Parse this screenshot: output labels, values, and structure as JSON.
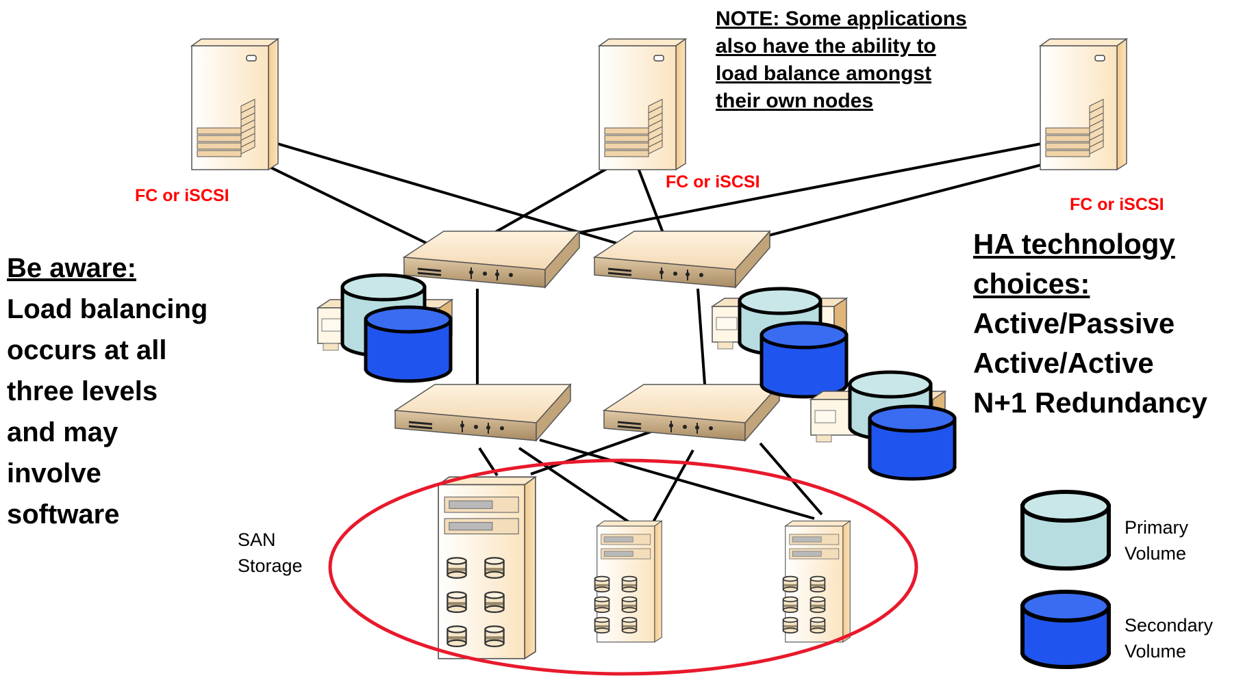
{
  "note": {
    "lines": [
      "NOTE: Some applications",
      "also have the ability to",
      "load balance amongst",
      "their own nodes"
    ]
  },
  "connection_labels": [
    "FC or iSCSI",
    "FC or iSCSI",
    "FC or iSCSI"
  ],
  "be_aware": {
    "heading": "Be aware:",
    "lines": [
      "Load balancing",
      "occurs at all",
      "three levels",
      "and may",
      "involve",
      "software"
    ]
  },
  "ha": {
    "heading_lines": [
      "HA technology",
      "choices:"
    ],
    "choices": [
      "Active/Passive",
      "Active/Active",
      "N+1 Redundancy"
    ]
  },
  "san_label": [
    "SAN",
    "Storage"
  ],
  "legend": {
    "primary": [
      "Primary",
      "Volume"
    ],
    "secondary": [
      "Secondary",
      "Volume"
    ]
  },
  "colors": {
    "primary_volume": "#b7dde0",
    "secondary_volume": "#1f55ee",
    "label_red": "#ff0000",
    "san_ellipse": "#e8192c",
    "server_body": "#fbe6c4"
  }
}
